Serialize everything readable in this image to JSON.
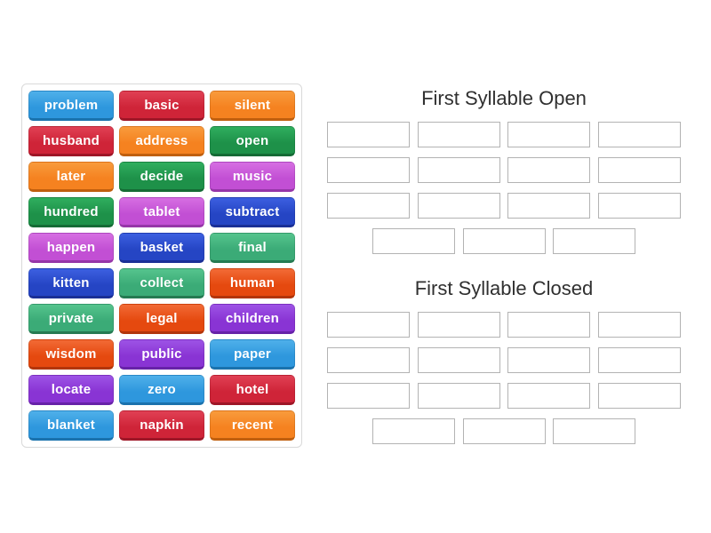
{
  "page": {
    "background": "#ffffff"
  },
  "palette": {
    "blue": {
      "light": "#4fb0ea",
      "base": "#2e97dd",
      "dark": "#1a72ad"
    },
    "crimson": {
      "light": "#e04054",
      "base": "#cf2438",
      "dark": "#9e1627"
    },
    "orange": {
      "light": "#f89b3c",
      "base": "#f58220",
      "dark": "#c05f0e"
    },
    "forest": {
      "light": "#2fae5e",
      "base": "#1e9149",
      "dark": "#156b35"
    },
    "orchid": {
      "light": "#d66ee2",
      "base": "#c24fd4",
      "dark": "#9636a8"
    },
    "royal": {
      "light": "#3c5fe0",
      "base": "#2545c4",
      "dark": "#1a2f96"
    },
    "sea": {
      "light": "#55c48d",
      "base": "#3bab77",
      "dark": "#257a52"
    },
    "vermilion": {
      "light": "#f26a35",
      "base": "#e5490f",
      "dark": "#b2350a"
    },
    "violet": {
      "light": "#9d53e6",
      "base": "#8934d4",
      "dark": "#6722a8"
    }
  },
  "tile_bank": {
    "tiles": [
      {
        "label": "problem",
        "color": "blue"
      },
      {
        "label": "basic",
        "color": "crimson"
      },
      {
        "label": "silent",
        "color": "orange"
      },
      {
        "label": "husband",
        "color": "crimson"
      },
      {
        "label": "address",
        "color": "orange"
      },
      {
        "label": "open",
        "color": "forest"
      },
      {
        "label": "later",
        "color": "orange"
      },
      {
        "label": "decide",
        "color": "forest"
      },
      {
        "label": "music",
        "color": "orchid"
      },
      {
        "label": "hundred",
        "color": "forest"
      },
      {
        "label": "tablet",
        "color": "orchid"
      },
      {
        "label": "subtract",
        "color": "royal"
      },
      {
        "label": "happen",
        "color": "orchid"
      },
      {
        "label": "basket",
        "color": "royal"
      },
      {
        "label": "final",
        "color": "sea"
      },
      {
        "label": "kitten",
        "color": "royal"
      },
      {
        "label": "collect",
        "color": "sea"
      },
      {
        "label": "human",
        "color": "vermilion"
      },
      {
        "label": "private",
        "color": "sea"
      },
      {
        "label": "legal",
        "color": "vermilion"
      },
      {
        "label": "children",
        "color": "violet"
      },
      {
        "label": "wisdom",
        "color": "vermilion"
      },
      {
        "label": "public",
        "color": "violet"
      },
      {
        "label": "paper",
        "color": "blue"
      },
      {
        "label": "locate",
        "color": "violet"
      },
      {
        "label": "zero",
        "color": "blue"
      },
      {
        "label": "hotel",
        "color": "crimson"
      },
      {
        "label": "blanket",
        "color": "blue"
      },
      {
        "label": "napkin",
        "color": "crimson"
      },
      {
        "label": "recent",
        "color": "orange"
      }
    ]
  },
  "groups": [
    {
      "title": "First Syllable Open",
      "slot_rows": [
        4,
        4,
        4,
        3
      ]
    },
    {
      "title": "First Syllable Closed",
      "slot_rows": [
        4,
        4,
        4,
        3
      ]
    }
  ]
}
